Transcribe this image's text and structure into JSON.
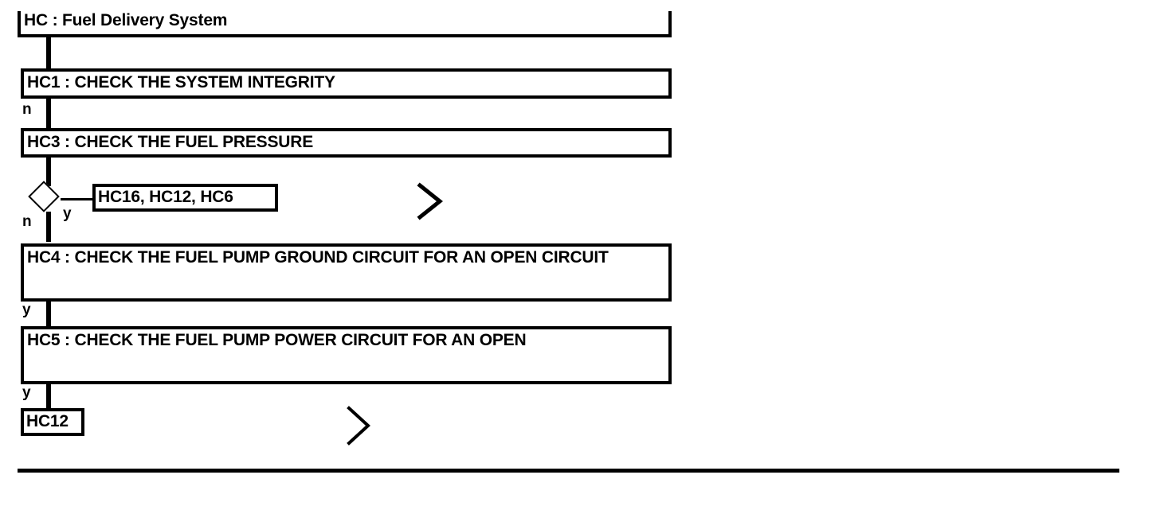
{
  "diagram": {
    "title": "HC : Fuel Delivery System",
    "nodes": {
      "root": {
        "id": "HC",
        "label": "HC : Fuel Delivery System"
      },
      "hc1": {
        "id": "HC1",
        "label": "HC1 : CHECK THE SYSTEM INTEGRITY"
      },
      "hc3": {
        "id": "HC3",
        "label": "HC3 : CHECK THE FUEL PRESSURE"
      },
      "ref_group": {
        "id": "HC16_HC12_HC6",
        "label": "HC16, HC12, HC6"
      },
      "hc4": {
        "id": "HC4",
        "label": "HC4 : CHECK THE FUEL PUMP GROUND CIRCUIT FOR AN OPEN CIRCUIT"
      },
      "hc5": {
        "id": "HC5",
        "label": "HC5 : CHECK THE FUEL PUMP POWER CIRCUIT FOR AN OPEN"
      },
      "hc12": {
        "id": "HC12",
        "label": "HC12"
      }
    },
    "branch_labels": {
      "hc1_to_hc3": "n",
      "decision_no": "n",
      "decision_yes": "y",
      "hc4_to_hc5": "y",
      "hc5_to_hc12": "y"
    },
    "markers": {
      "goto_ref_group": "chevron-right-icon",
      "goto_hc12": "chevron-right-icon"
    },
    "colors": {
      "stroke": "#000000",
      "background": "#ffffff",
      "text": "#000000"
    }
  }
}
